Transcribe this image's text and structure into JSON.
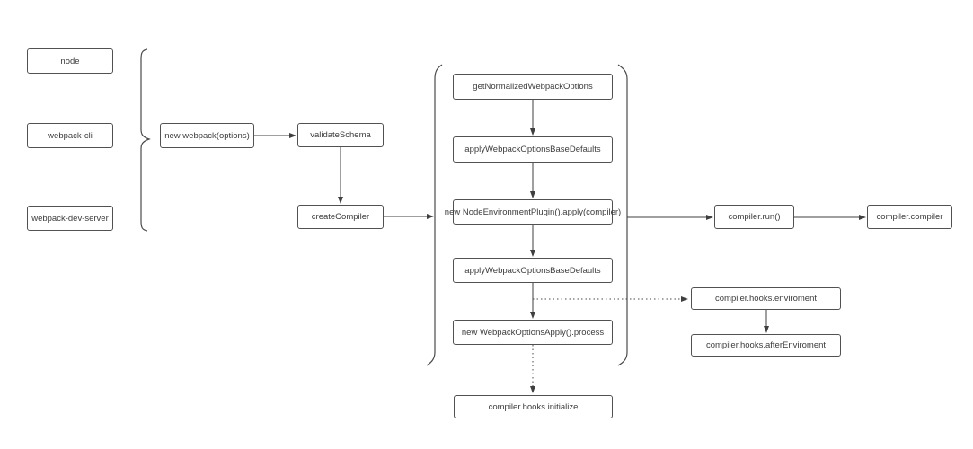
{
  "diagram": {
    "type": "flowchart",
    "background": "#ffffff",
    "colors": {
      "box_fill": "#ffffff",
      "box_border": "#515151",
      "text": "#3c3c3c",
      "connector": "#3f3f3f",
      "bracket": "#4a4a4a"
    },
    "nodes": {
      "node": "node",
      "webpack_cli": "webpack-cli",
      "webpack_dev_server": "webpack-dev-server",
      "new_webpack": "new webpack(options)",
      "validate_schema": "validateSchema",
      "create_compiler": "createCompiler",
      "get_normalized_options": "getNormalizedWebpackOptions",
      "apply_base_defaults_1": "applyWebpackOptionsBaseDefaults",
      "node_environment_plugin": "new NodeEnvironmentPlugin().apply(compiler)",
      "apply_base_defaults_2": "applyWebpackOptionsBaseDefaults",
      "webpack_options_apply": "new WebpackOptionsApply().process",
      "hooks_initialize": "compiler.hooks.initialize",
      "compiler_run": "compiler.run()",
      "compiler_compiler": "compiler.compiler",
      "hooks_enviroment": "compiler.hooks.enviroment",
      "hooks_after_enviroment": "compiler.hooks.afterEnviroment"
    },
    "edges": [
      {
        "from": "node|webpack-cli|webpack-dev-server",
        "to": "new webpack(options)",
        "style": "curly-brace"
      },
      {
        "from": "new webpack(options)",
        "to": "validateSchema",
        "style": "solid-arrow"
      },
      {
        "from": "validateSchema",
        "to": "createCompiler",
        "style": "solid-arrow"
      },
      {
        "from": "createCompiler",
        "to": "pipeline-bracket",
        "style": "solid-arrow"
      },
      {
        "from": "getNormalizedWebpackOptions",
        "to": "applyWebpackOptionsBaseDefaults",
        "style": "solid-arrow"
      },
      {
        "from": "applyWebpackOptionsBaseDefaults",
        "to": "new NodeEnvironmentPlugin().apply(compiler)",
        "style": "solid-arrow"
      },
      {
        "from": "new NodeEnvironmentPlugin().apply(compiler)",
        "to": "applyWebpackOptionsBaseDefaults",
        "style": "solid-arrow"
      },
      {
        "from": "applyWebpackOptionsBaseDefaults",
        "to": "new WebpackOptionsApply().process",
        "style": "solid-arrow"
      },
      {
        "from": "pipeline",
        "to": "compiler.hooks.enviroment",
        "style": "dotted-arrow"
      },
      {
        "from": "compiler.hooks.enviroment",
        "to": "compiler.hooks.afterEnviroment",
        "style": "solid-arrow"
      },
      {
        "from": "new WebpackOptionsApply().process",
        "to": "compiler.hooks.initialize",
        "style": "dotted-arrow"
      },
      {
        "from": "pipeline-bracket",
        "to": "compiler.run()",
        "style": "solid-arrow"
      },
      {
        "from": "compiler.run()",
        "to": "compiler.compiler",
        "style": "solid-arrow"
      }
    ]
  }
}
